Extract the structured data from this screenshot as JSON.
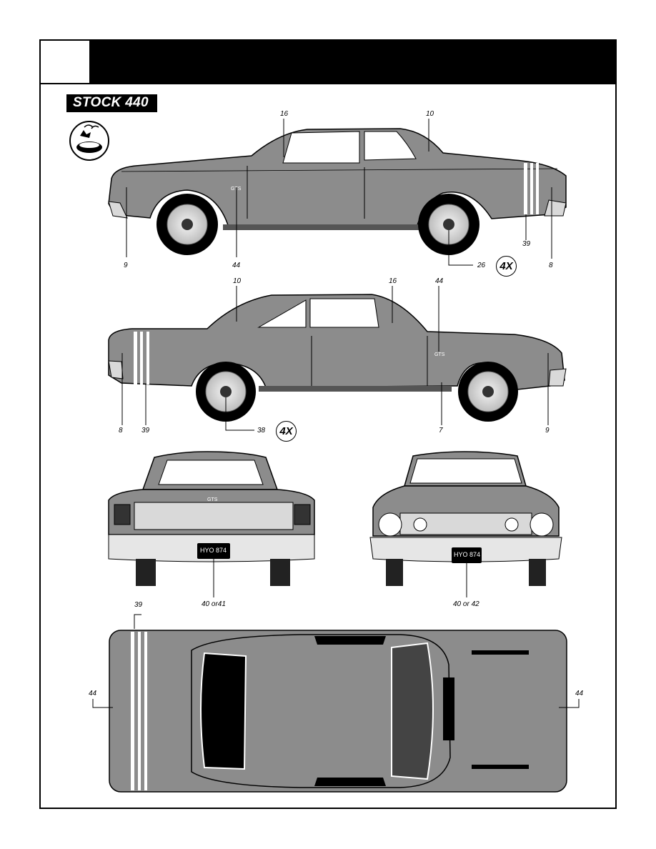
{
  "header": {
    "step_number": ""
  },
  "title": "STOCK 440",
  "callouts": {
    "side1": {
      "c16": "16",
      "c10": "10",
      "c9": "9",
      "c44": "44",
      "c26": "26",
      "c4x": "4X",
      "c8": "8",
      "c39": "39"
    },
    "side2": {
      "c10": "10",
      "c16": "16",
      "c44": "44",
      "c8": "8",
      "c39": "39",
      "c38": "38",
      "c4x": "4X",
      "c7": "7",
      "c9": "9"
    },
    "rear": {
      "plate_label": "40 or41",
      "plate_text": "HYO 874",
      "badge": "GTS"
    },
    "front": {
      "plate_label": "40 or 42",
      "plate_text": "HYO 874"
    },
    "top": {
      "c39": "39",
      "c44_left": "44",
      "c44_right": "44"
    }
  },
  "colors": {
    "body": "#8c8c8c",
    "black": "#000000",
    "white": "#ffffff",
    "chrome": "#d9d9d9"
  },
  "icons": [
    "decal-water-bowl-icon"
  ]
}
